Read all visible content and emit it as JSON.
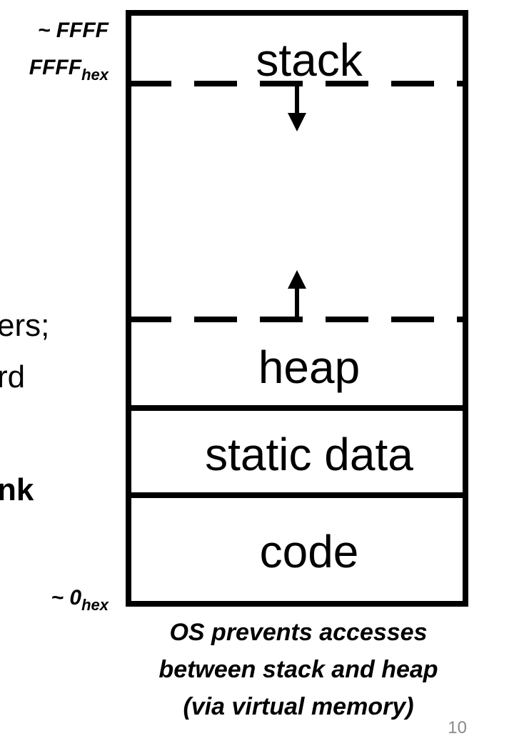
{
  "memory_layout": {
    "segments": {
      "stack": "stack",
      "heap": "heap",
      "static_data": "static data",
      "code": "code"
    },
    "address_top_line1": "~ FFFF",
    "address_top_line2": "FFFF",
    "address_top_sub": "hex",
    "address_bottom_main": "~ 0",
    "address_bottom_sub": "hex"
  },
  "caption": {
    "line1": "OS prevents accesses",
    "line2": "between stack and heap",
    "line3": "(via virtual memory)"
  },
  "left_fragments": {
    "frag1": "ers;",
    "frag2": "rd",
    "frag3": "nk"
  },
  "slide_number": "10"
}
